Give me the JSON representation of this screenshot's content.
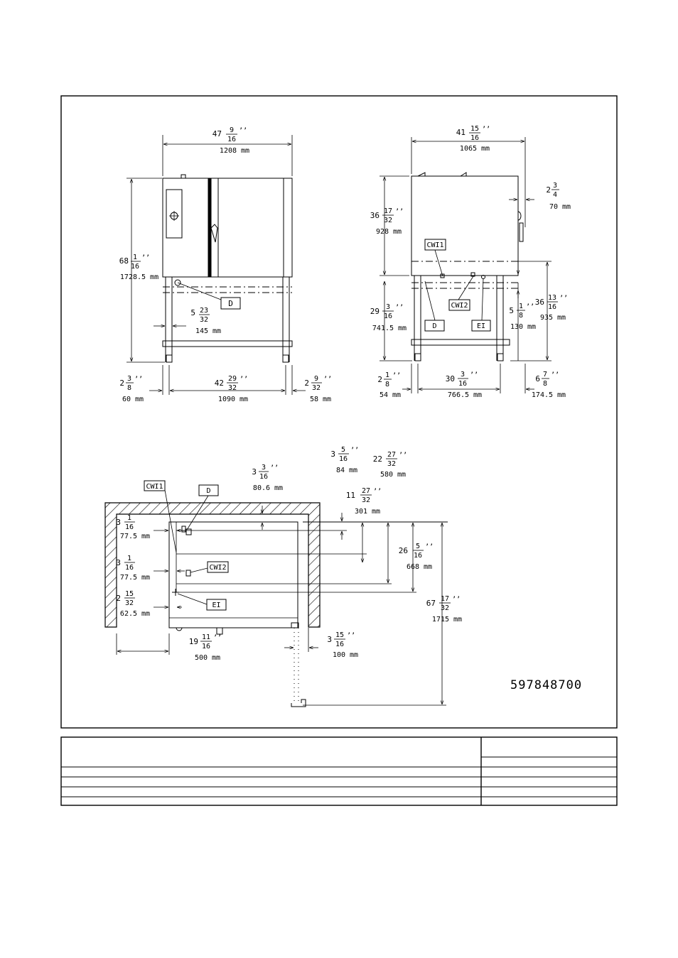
{
  "dimensions": {
    "front_width_in": "47",
    "front_width_num": "9",
    "front_width_den": "16",
    "front_width_mm": "1208 mm",
    "front_height_in": "68",
    "front_height_num": "1",
    "front_height_den": "16",
    "front_height_mm": "1728.5 mm",
    "front_drain_in": "5",
    "front_drain_num": "23",
    "front_drain_den": "32",
    "front_drain_mm": "145 mm",
    "front_left_in": "2",
    "front_left_num": "3",
    "front_left_den": "8",
    "front_left_mm": "60 mm",
    "front_legs_in": "42",
    "front_legs_num": "29",
    "front_legs_den": "32",
    "front_legs_mm": "1090 mm",
    "front_right_in": "2",
    "front_right_num": "9",
    "front_right_den": "32",
    "front_right_mm": "58 mm",
    "side_width_in": "41",
    "side_width_num": "15",
    "side_width_den": "16",
    "side_width_mm": "1065 mm",
    "side_handle_in": "2",
    "side_handle_num": "3",
    "side_handle_den": "4",
    "side_handle_mm": "70 mm",
    "side_cwi1_in": "36",
    "side_cwi1_num": "17",
    "side_cwi1_den": "32",
    "side_cwi1_mm": "928 mm",
    "side_d_in": "29",
    "side_d_num": "3",
    "side_d_den": "16",
    "side_d_mm": "741.5 mm",
    "side_ei_in": "5",
    "side_ei_num": "1",
    "side_ei_den": "8",
    "side_ei_mm": "130 mm",
    "side_cwi2_in": "36",
    "side_cwi2_num": "13",
    "side_cwi2_den": "16",
    "side_cwi2_mm": "935 mm",
    "side_left_in": "2",
    "side_left_num": "1",
    "side_left_den": "8",
    "side_left_mm": "54 mm",
    "side_legs_in": "30",
    "side_legs_num": "3",
    "side_legs_den": "16",
    "side_legs_mm": "766.5 mm",
    "side_right_in": "6",
    "side_right_num": "7",
    "side_right_den": "8",
    "side_right_mm": "174.5 mm",
    "top_d_in": "3",
    "top_d_num": "3",
    "top_d_den": "16",
    "top_d_mm": "80.6 mm",
    "top_a_in": "3",
    "top_a_num": "5",
    "top_a_den": "16",
    "top_a_mm": "84 mm",
    "top_b_in": "22",
    "top_b_num": "27",
    "top_b_den": "32",
    "top_b_mm": "580 mm",
    "top_c_in": "11",
    "top_c_num": "27",
    "top_c_den": "32",
    "top_c_mm": "301 mm",
    "top_e_in": "26",
    "top_e_num": "5",
    "top_e_den": "16",
    "top_e_mm": "668 mm",
    "top_f_in": "67",
    "top_f_num": "17",
    "top_f_den": "32",
    "top_f_mm": "1715 mm",
    "top_l1_in": "3",
    "top_l1_num": "1",
    "top_l1_den": "16",
    "top_l1_mm": "77.5 mm",
    "top_l2_in": "3",
    "top_l2_num": "1",
    "top_l2_den": "16",
    "top_l2_mm": "77.5 mm",
    "top_l3_in": "2",
    "top_l3_num": "15",
    "top_l3_den": "32",
    "top_l3_mm": "62.5 mm",
    "top_wall_in": "19",
    "top_wall_num": "11",
    "top_wall_den": "16",
    "top_wall_mm": "500 mm",
    "top_door_in": "3",
    "top_door_num": "15",
    "top_door_den": "16",
    "top_door_mm": "100 mm"
  },
  "labels": {
    "d": "D",
    "cwi1": "CWI1",
    "cwi2": "CWI2",
    "ei": "EI",
    "inch_mark": "’’"
  },
  "drawing_number": "597848700"
}
